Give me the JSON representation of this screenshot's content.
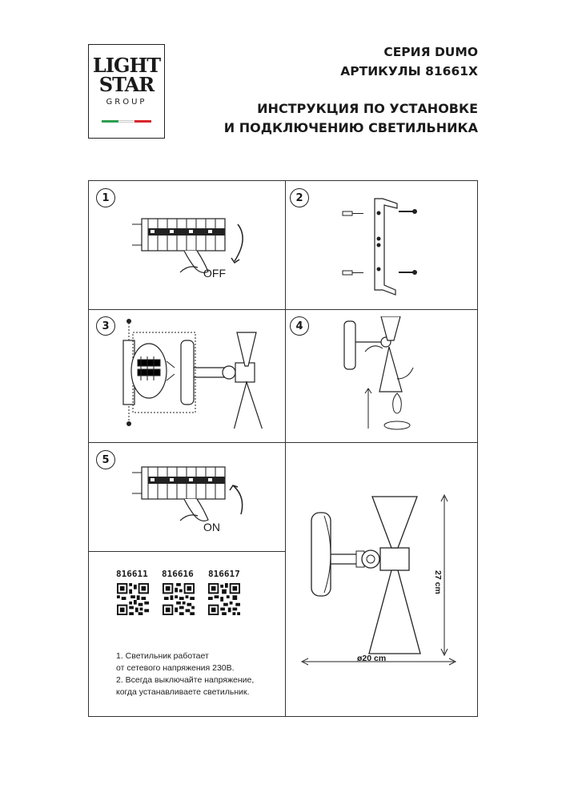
{
  "logo": {
    "line1": "LIGHT",
    "line2": "STAR",
    "line3": "GROUP",
    "flag_colors": [
      "#2e9e4f",
      "#ffffff",
      "#d9262c"
    ]
  },
  "header": {
    "series": "СЕРИЯ DUMO",
    "articles": "АРТИКУЛЫ 81661X",
    "title_line1": "ИНСТРУКЦИЯ ПО УСТАНОВКЕ",
    "title_line2": "И ПОДКЛЮЧЕНИЮ СВЕТИЛЬНИКА"
  },
  "steps": [
    {
      "number": "1",
      "label": "OFF"
    },
    {
      "number": "2"
    },
    {
      "number": "3"
    },
    {
      "number": "4"
    },
    {
      "number": "5",
      "label": "ON"
    }
  ],
  "articles_list": [
    "816611",
    "816616",
    "816617"
  ],
  "notes": [
    "1. Светильник работает",
    "от сетевого напряжения 230В.",
    "2. Всегда выключайте напряжение,",
    "когда устанавливаете светильник."
  ],
  "dimensions": {
    "height": "27 cm",
    "diameter": "ø20 cm"
  }
}
